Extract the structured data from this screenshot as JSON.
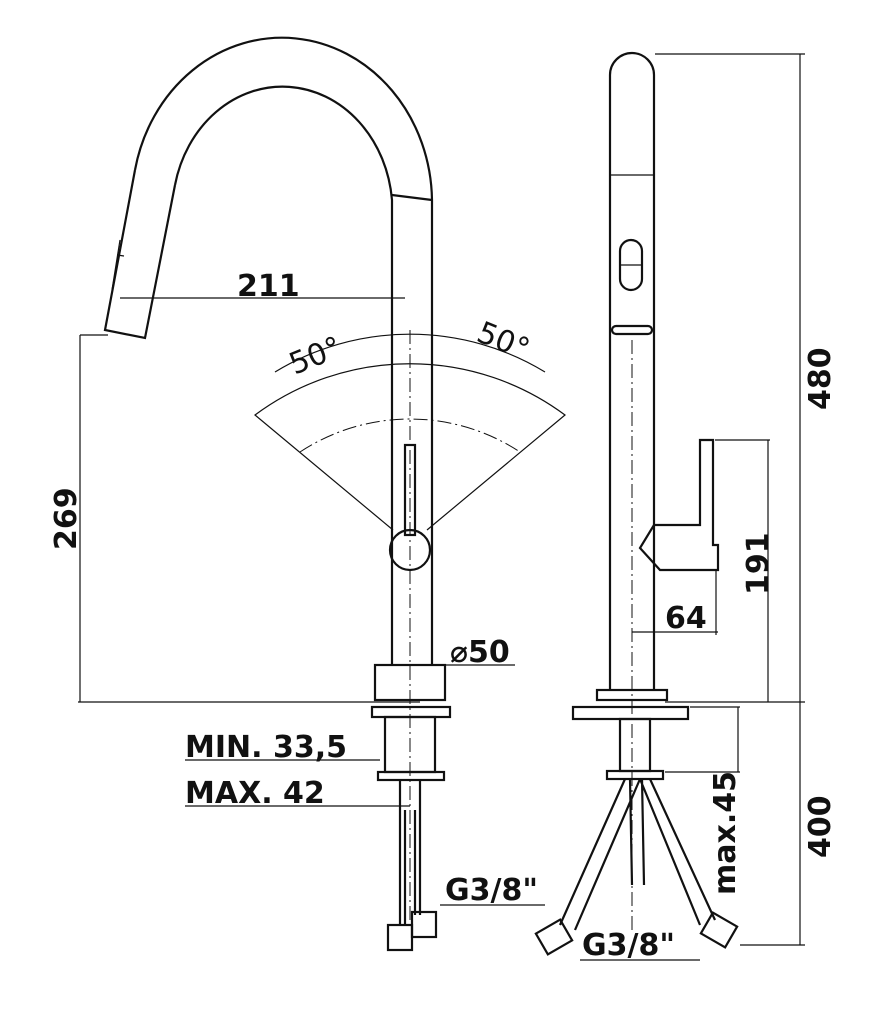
{
  "front_view": {
    "reach": "211",
    "angle_left": "50°",
    "angle_right": "50°",
    "spout_height": "269",
    "body_diameter": "⌀50",
    "deck_min": "MIN. 33,5",
    "deck_max": "MAX. 42",
    "connection": "G3/8\""
  },
  "side_view": {
    "total_height": "480",
    "handle_height": "191",
    "handle_offset": "64",
    "hose_length": "400",
    "max_deck": "max.45",
    "connection": "G3/8\""
  }
}
